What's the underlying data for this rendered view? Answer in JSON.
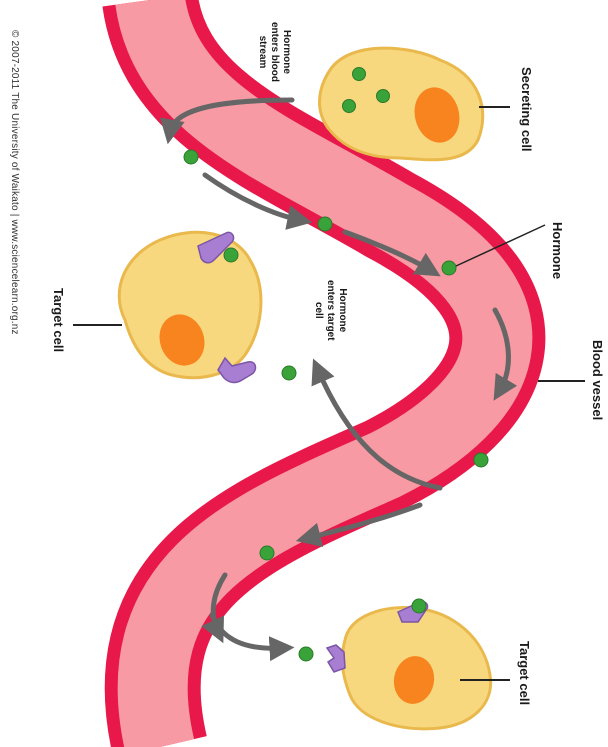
{
  "copyright": "© 2007-2011 The University of Waikato | www.sciencelearn.org.nz",
  "labels": {
    "secreting_cell": "Secreting cell",
    "hormone": "Hormone",
    "blood_vessel": "Blood vessel",
    "target_cell_top": "Target cell",
    "target_cell_bottom": "Target cell",
    "hormone_enters_blood_stream": [
      "Hormone",
      "enters blood",
      "stream"
    ],
    "hormone_enters_target_cell": [
      "Hormone",
      "enters target",
      "cell"
    ]
  },
  "colors": {
    "vessel_wall": "#e8194a",
    "vessel_lumen": "#f79aa3",
    "cell_body": "#f8d87e",
    "cell_outline": "#e9b94d",
    "nucleus": "#f7841f",
    "hormone": "#39a33a",
    "receptor": "#a77ed2",
    "arrow": "#666666"
  }
}
